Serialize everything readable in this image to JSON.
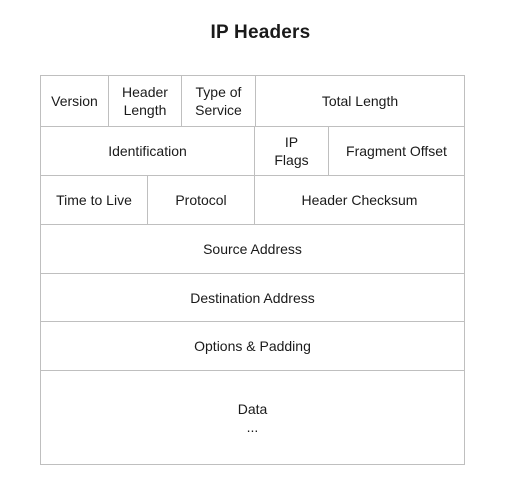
{
  "title": "IP Headers",
  "rows": [
    [
      {
        "label": "Version"
      },
      {
        "label": "Header\nLength"
      },
      {
        "label": "Type of\nService"
      },
      {
        "label": "Total Length"
      }
    ],
    [
      {
        "label": "Identification"
      },
      {
        "label": "IP\nFlags"
      },
      {
        "label": "Fragment Offset"
      }
    ],
    [
      {
        "label": "Time to Live"
      },
      {
        "label": "Protocol"
      },
      {
        "label": "Header Checksum"
      }
    ],
    [
      {
        "label": "Source Address"
      }
    ],
    [
      {
        "label": "Destination Address"
      }
    ],
    [
      {
        "label": "Options & Padding"
      }
    ],
    [
      {
        "label": "Data\n..."
      }
    ]
  ]
}
